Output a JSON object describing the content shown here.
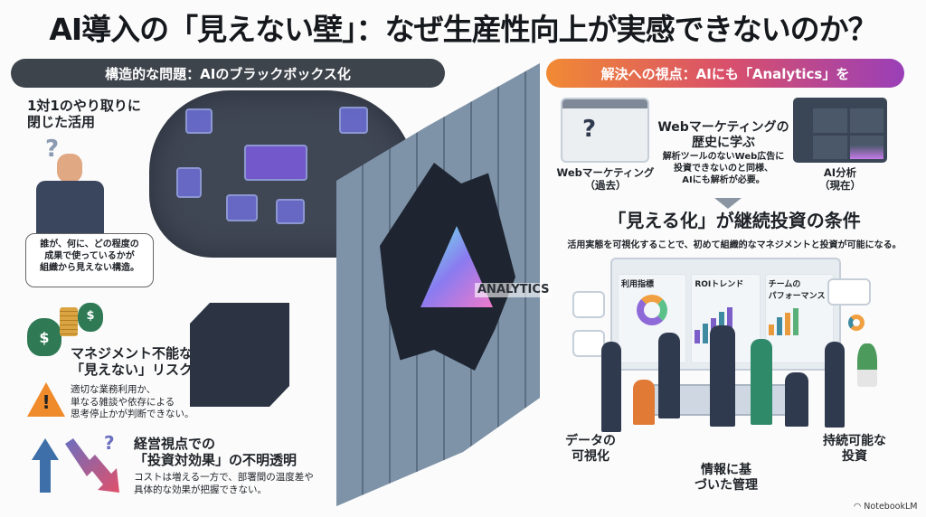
{
  "title": "AI導入の「見えない壁」：なぜ生産性向上が実感できないのか？",
  "left": {
    "header": "構造的な問題：AIのブラックボックス化",
    "section1": {
      "heading_line1": "1対1のやり取りに",
      "heading_line2": "閉じた活用",
      "bubble_line1": "誰が、何に、どの程度の",
      "bubble_line2": "成果で使っているかが",
      "bubble_line3": "組織から見えない構造。"
    },
    "section2": {
      "heading_line1": "マネジメント不能な",
      "heading_line2": "「見えない」リスク",
      "body_line1": "適切な業務利用か、",
      "body_line2": "単なる雑談や依存による",
      "body_line3": "思考停止かが判断できない。"
    },
    "section3": {
      "heading_line1": "経営視点での",
      "heading_line2": "「投資対効果」の不明透明",
      "body_line1": "コストは増える一方で、部署間の温度差や",
      "body_line2": "具体的な効果が把握できない。"
    }
  },
  "wall": {
    "label": "ANALYTICS"
  },
  "right": {
    "header": "解決への視点：AIにも「Analytics」を",
    "web_label_line1": "Webマーケティング",
    "web_label_line2": "（過去）",
    "ai_label_line1": "AI分析",
    "ai_label_line2": "（現在）",
    "history": {
      "heading_line1": "Webマーケティングの",
      "heading_line2": "歴史に学ぶ",
      "body_line1": "解析ツールのないWeb広告に",
      "body_line2": "投資できないのと同様、",
      "body_line3": "AIにも解析が必要。"
    },
    "condition": {
      "heading": "「見える化」が継続投資の条件",
      "body": "活用実態を可視化することで、初めて組織的なマネジメントと投資が可能になる。"
    },
    "dashboard": {
      "panel1": "利用指標",
      "panel2": "ROIトレンド",
      "panel3_line1": "チームの",
      "panel3_line2": "パフォーマンス"
    },
    "outcomes": [
      {
        "line1": "データの",
        "line2": "可視化"
      },
      {
        "line1": "情報に基",
        "line2": "づいた管理"
      },
      {
        "line1": "持続可能な",
        "line2": "投資"
      }
    ]
  },
  "footer": {
    "brand": "NotebookLM"
  },
  "colors": {
    "dark_pill": "#3e444c",
    "gradient_start": "#f18a34",
    "gradient_end": "#9a3fb8"
  }
}
